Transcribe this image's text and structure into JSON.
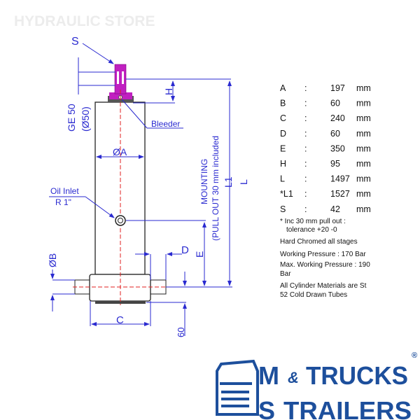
{
  "watermark": "HYDRAULIC STORE",
  "drawing": {
    "label_s": "S",
    "label_ge50": "GE 50",
    "label_phi50": "(Ø50)",
    "label_h": "H",
    "label_bleeder": "Bleeder",
    "label_phiA": "ØA",
    "label_oil_inlet": "Oil Inlet",
    "label_oil_inlet_size": "R 1\"",
    "label_mounting": "MOUNTING",
    "label_pullout": "(PULL OUT 30 mm included",
    "label_l1": "L1",
    "label_l": "L",
    "label_d": "D",
    "label_e": "E",
    "label_phiB": "ØB",
    "label_c": "C",
    "label_60": "60"
  },
  "specs": [
    {
      "key": "A",
      "sep": ":",
      "value": "197",
      "unit": "mm"
    },
    {
      "key": "B",
      "sep": ":",
      "value": "60",
      "unit": "mm"
    },
    {
      "key": "C",
      "sep": ":",
      "value": "240",
      "unit": "mm"
    },
    {
      "key": "D",
      "sep": ":",
      "value": "60",
      "unit": "mm"
    },
    {
      "key": "E",
      "sep": ":",
      "value": "350",
      "unit": "mm"
    },
    {
      "key": "H",
      "sep": ":",
      "value": "95",
      "unit": "mm"
    },
    {
      "key": "L",
      "sep": ":",
      "value": "1497",
      "unit": "mm"
    },
    {
      "key": "*L1",
      "sep": ":",
      "value": "1527",
      "unit": "mm"
    },
    {
      "key": "S",
      "sep": ":",
      "value": "42",
      "unit": "mm"
    }
  ],
  "notes": {
    "pullout_1": "* Inc 30 mm pull out :",
    "pullout_2": "tolerance +20 -0",
    "chromed": "Hard Chromed all stages",
    "working_pressure": "Working Pressure : 170 Bar",
    "max_pressure_1": "Max. Working Pressure : 190",
    "max_pressure_2": "Bar",
    "materials_1": "All Cylinder Materials are St",
    "materials_2": "52 Cold Drawn Tubes"
  },
  "logo": {
    "m": "M",
    "s": "S",
    "trucks": "TRUCKS",
    "amp": "&",
    "trailers": "TRAILERS",
    "registered": "®"
  },
  "colors": {
    "dimension": "#2a2ad0",
    "cap": "#c020c0",
    "logo": "#1d4f9c",
    "centerline": "#e02020"
  }
}
